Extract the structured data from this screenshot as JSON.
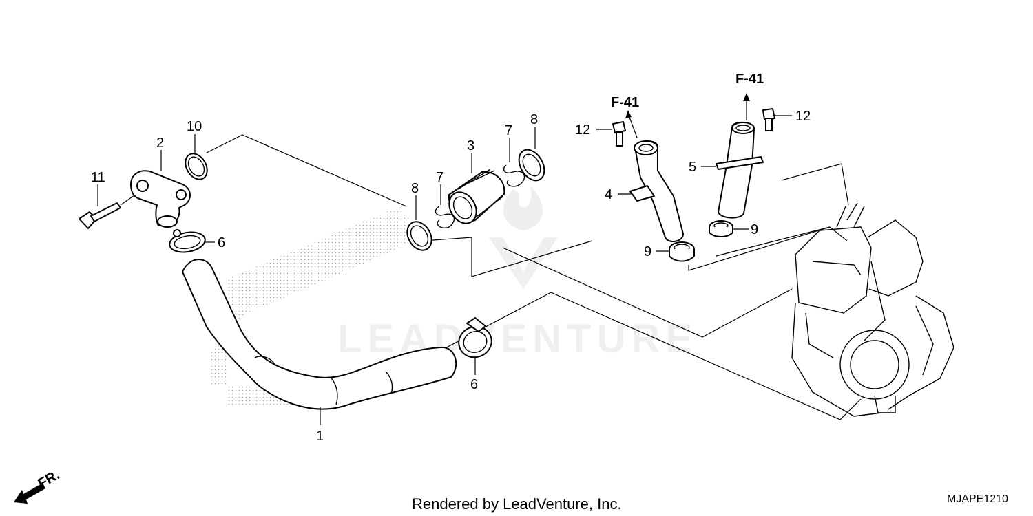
{
  "callouts": {
    "hose": "1",
    "elbow_joint": "2",
    "connector": "3",
    "pipe_left": "4",
    "pipe_right": "5",
    "clamp_top": "6",
    "clamp_bottom": "6",
    "clip_left": "7",
    "clip_right": "7",
    "oring_left": "8",
    "oring_right": "8",
    "seal_left": "9",
    "seal_right": "9",
    "oring_elbow": "10",
    "elbow_bolt": "11",
    "bolt_left": "12",
    "bolt_right": "12"
  },
  "references": {
    "left": "F-41",
    "right": "F-41"
  },
  "direction": {
    "label": "FR."
  },
  "footer": {
    "rendered_by": "Rendered by LeadVenture, Inc.",
    "diagram_code": "MJAPE1210"
  },
  "watermark": {
    "text": "LEADVENTURE"
  }
}
